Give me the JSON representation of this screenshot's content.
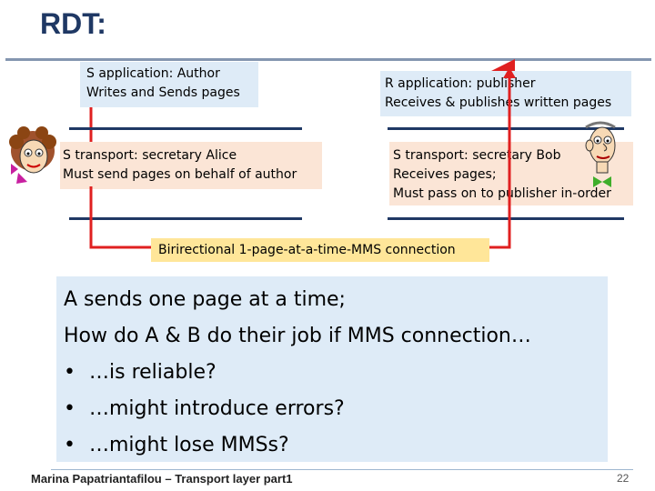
{
  "title": "RDT:",
  "sender_app": {
    "line1": "S application:  Author",
    "line2": "Writes and Sends pages"
  },
  "receiver_app": {
    "line1": "R application:  publisher",
    "line2": "Receives & publishes written pages"
  },
  "sender_transport": {
    "line1": "S transport: secretary Alice",
    "line2": "Must send pages on behalf of author"
  },
  "receiver_transport": {
    "line1": "S transport: secretary Bob",
    "line2": "Receives  pages;",
    "line3": "Must pass on to publisher in-order"
  },
  "connection_label": "Birirectional 1-page-at-a-time-MMS connection",
  "question": {
    "line1": "A sends one page at a time;",
    "line2": "How do A & B  do their job  if MMS connection…",
    "bullets": [
      "…is reliable?",
      "…might introduce errors?",
      "…might lose MMSs?"
    ]
  },
  "footer": {
    "author": "Marina Papatriantafilou –  Transport layer part1",
    "page": "22"
  },
  "colors": {
    "title": "#1f3864",
    "path_arrow": "#e02020",
    "app_box": "#deebf7",
    "transport_box": "#fbe5d6",
    "connection_box": "#ffe699"
  },
  "icons": {
    "left": "woman-cartoon-icon",
    "right": "man-cartoon-icon"
  }
}
